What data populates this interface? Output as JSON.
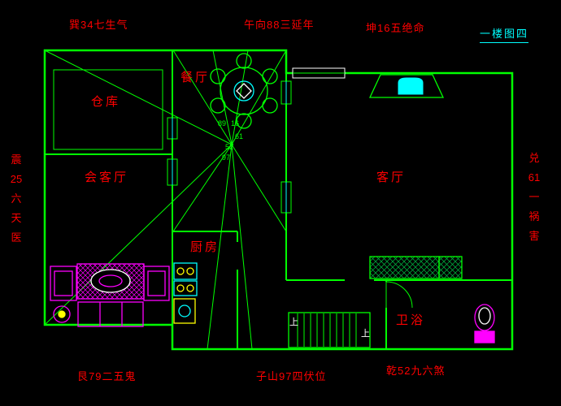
{
  "colors": {
    "background": "#000000",
    "wall_green": "#00ff00",
    "label_red": "#ff0000",
    "accent_cyan": "#00ffff",
    "furniture_magenta": "#ff00ff",
    "furniture_yellow": "#ffff00",
    "stair_text_white": "#ffffff"
  },
  "title": {
    "text": "一楼图四"
  },
  "compass_labels": {
    "top_left": "巽34七生气",
    "top_center": "午向88三延年",
    "top_right": "坤16五绝命",
    "bottom_left": "艮79二五鬼",
    "bottom_center": "子山97四伏位",
    "bottom_right": "乾52九六煞",
    "left": {
      "lines": [
        "震",
        "25",
        "六",
        "天",
        "医"
      ]
    },
    "right": {
      "lines": [
        "兑",
        "61",
        "一",
        "祸",
        "害"
      ]
    }
  },
  "rooms": {
    "storage": "仓库",
    "dining": "餐厅",
    "reception": "会客厅",
    "living": "客厅",
    "kitchen": "厨房",
    "bathroom": "卫浴"
  },
  "center_numbers": [
    "89",
    "16",
    "61",
    "52",
    "97"
  ],
  "stairs": {
    "up_label_left": "上",
    "up_label_right": "上"
  }
}
